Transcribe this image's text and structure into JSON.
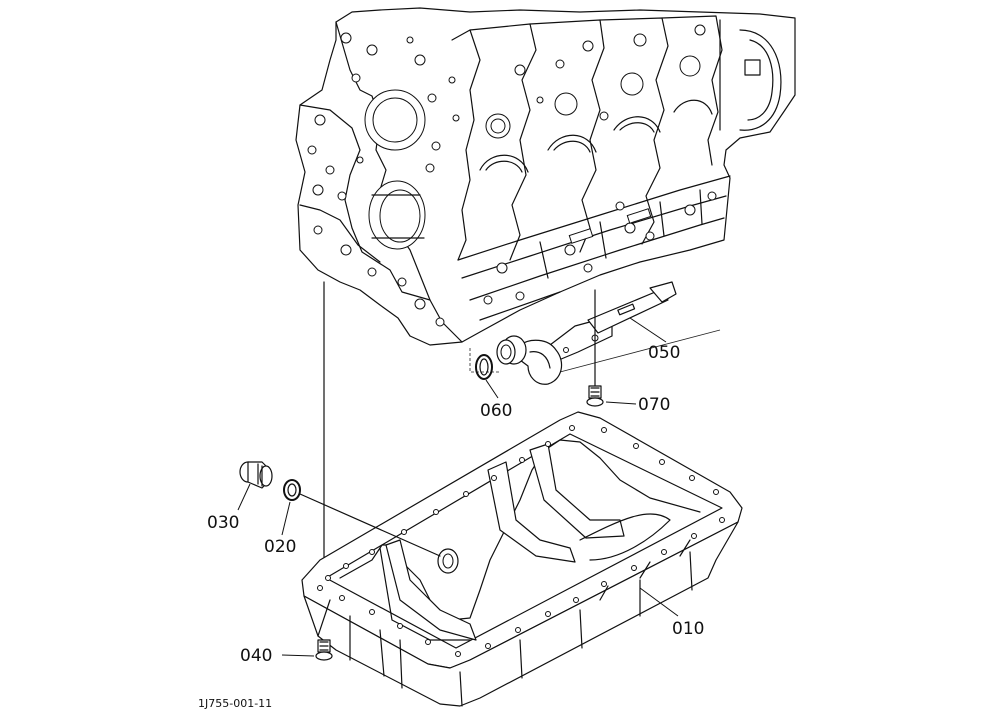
{
  "diagram": {
    "reference_code": "1J755-001-11",
    "callouts": [
      {
        "id": "010"
      },
      {
        "id": "020"
      },
      {
        "id": "030"
      },
      {
        "id": "040"
      },
      {
        "id": "050"
      },
      {
        "id": "060"
      },
      {
        "id": "070"
      }
    ]
  }
}
